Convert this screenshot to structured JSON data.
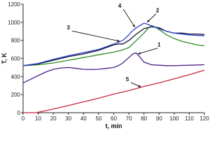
{
  "chart_data": {
    "type": "line",
    "xlabel": "t, min",
    "ylabel": "T, K",
    "xlim": [
      0,
      120
    ],
    "ylim": [
      0,
      1200
    ],
    "x_ticks": [
      "0",
      "10",
      "20",
      "30",
      "40",
      "50",
      "60",
      "70",
      "80",
      "90",
      "100",
      "110",
      "120"
    ],
    "y_ticks": [
      "0",
      "200",
      "400",
      "600",
      "800",
      "1000",
      "1200"
    ],
    "grid": false,
    "legend": "none",
    "series": [
      {
        "name": "1",
        "color": "#4b1f8a",
        "x": [
          0,
          5,
          10,
          15,
          20,
          25,
          30,
          35,
          40,
          45,
          50,
          55,
          60,
          63,
          66,
          70,
          73,
          75,
          77,
          80,
          85,
          90,
          95,
          100,
          110,
          120
        ],
        "y": [
          330,
          370,
          410,
          450,
          480,
          495,
          500,
          490,
          480,
          478,
          480,
          490,
          500,
          520,
          550,
          610,
          655,
          660,
          620,
          560,
          530,
          525,
          520,
          520,
          525,
          530
        ]
      },
      {
        "name": "2",
        "color": "#2e8b22",
        "x": [
          0,
          10,
          20,
          30,
          40,
          50,
          60,
          65,
          70,
          75,
          80,
          83,
          86,
          90,
          95,
          100,
          105,
          110,
          115,
          120
        ],
        "y": [
          520,
          530,
          550,
          580,
          610,
          640,
          670,
          690,
          720,
          800,
          880,
          940,
          960,
          920,
          860,
          820,
          790,
          770,
          750,
          740
        ]
      },
      {
        "name": "3",
        "color": "#111133",
        "x": [
          0,
          10,
          20,
          30,
          40,
          50,
          55,
          60,
          63,
          66,
          70,
          75,
          80,
          85,
          90,
          95,
          100,
          105,
          110,
          115,
          120
        ],
        "y": [
          520,
          540,
          580,
          620,
          650,
          690,
          720,
          750,
          760,
          760,
          800,
          870,
          930,
          950,
          940,
          900,
          880,
          880,
          870,
          870,
          865
        ]
      },
      {
        "name": "4",
        "color": "#2b3fcc",
        "x": [
          0,
          10,
          20,
          30,
          40,
          50,
          55,
          60,
          63,
          66,
          70,
          72,
          75,
          78,
          80,
          82,
          85,
          90,
          95,
          100,
          110,
          120
        ],
        "y": [
          520,
          545,
          590,
          630,
          665,
          700,
          730,
          760,
          780,
          800,
          860,
          900,
          940,
          970,
          990,
          980,
          960,
          930,
          900,
          880,
          860,
          850
        ]
      },
      {
        "name": "5",
        "color": "#c8283c",
        "x": [
          0,
          8,
          10,
          20,
          30,
          40,
          50,
          60,
          70,
          80,
          90,
          100,
          110,
          120
        ],
        "y": [
          0,
          0,
          5,
          40,
          80,
          120,
          160,
          205,
          245,
          290,
          330,
          375,
          420,
          470
        ]
      }
    ],
    "annotations": [
      {
        "text": "1",
        "x": 90,
        "y": 730,
        "target_x": 76,
        "target_y": 650
      },
      {
        "text": "2",
        "x": 89,
        "y": 1110,
        "target_x": 82,
        "target_y": 1000
      },
      {
        "text": "3",
        "x": 30,
        "y": 920,
        "target_x": 64,
        "target_y": 790
      },
      {
        "text": "4",
        "x": 64,
        "y": 1160,
        "target_x": 74,
        "target_y": 945
      },
      {
        "text": "5",
        "x": 69,
        "y": 350,
        "target_x": 78,
        "target_y": 285
      }
    ]
  }
}
